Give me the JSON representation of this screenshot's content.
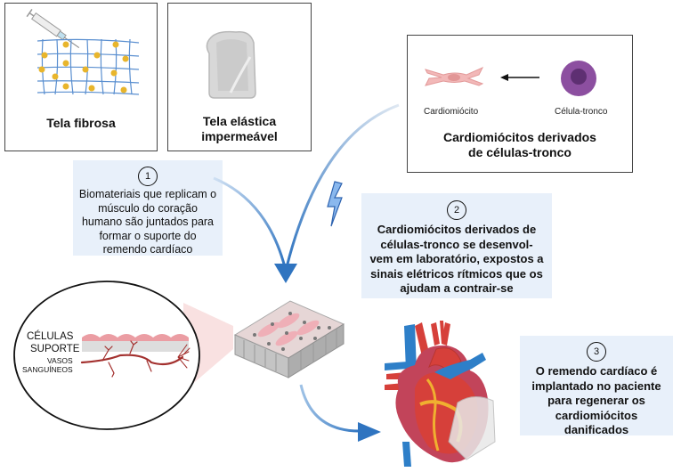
{
  "boxes": {
    "fibrous_mesh": {
      "label": "Tela fibrosa"
    },
    "elastic_mesh": {
      "label": "Tela elástica impermeável"
    },
    "stem_cells": {
      "title": "Cardiomiócitos derivados de células-tronco",
      "cardiomyocyte_label": "Cardiomiócito",
      "stem_cell_label": "Célula-tronco"
    }
  },
  "steps": [
    {
      "number": "1",
      "text": "Biomateriais que replicam o músculo do coração humano são juntados para formar o suporte do remendo cardíaco"
    },
    {
      "number": "2",
      "text": "Cardiomiócitos derivados de células-tronco se desenvol- vem em laboratório, expostos a sinais elétricos rítmicos que os ajudam a contrair-se"
    },
    {
      "number": "3",
      "text": "O remendo cardíaco é implantado no paciente para regenerar os cardiomiócitos danificados"
    }
  ],
  "lens": {
    "cells_label": "CÉLULAS",
    "support_label": "SUPORTE",
    "vessels_label_1": "VASOS",
    "vessels_label_2": "SANGUÍNEOS"
  },
  "colors": {
    "arrow_blue": "#2f74c0",
    "step_bg": "#e8f0fa",
    "mesh_blue": "#5a8fd0",
    "mesh_dot": "#e8b52c",
    "stem_purple": "#8c4fa0",
    "cardio_pink": "#f2b8b8",
    "vessel_red": "#a3302e",
    "heart_red": "#d6403a",
    "heart_blue": "#2e7fc8"
  }
}
